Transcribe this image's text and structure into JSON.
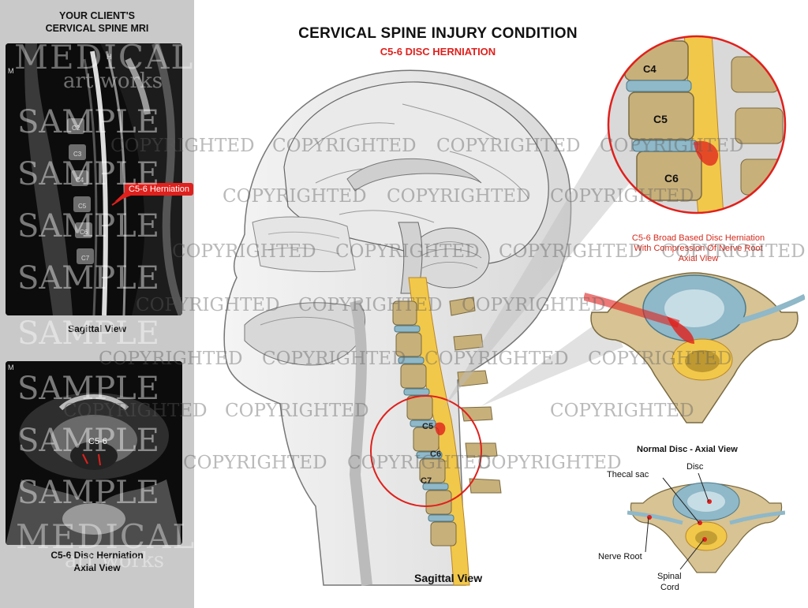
{
  "left_panel": {
    "title_line1": "YOUR CLIENT'S",
    "title_line2": "CERVICAL SPINE MRI",
    "sagittal_caption": "Sagittal View",
    "mri_sagittal_labels": [
      "C2",
      "C3",
      "C4",
      "C5",
      "C6",
      "C7"
    ],
    "mri_corner_labels": [
      "M",
      "H",
      "M"
    ],
    "herniation_callout": "C5-6 Herniation",
    "axial_label": "C5-6",
    "axial_caption_line1": "C5-6 Disc Herniation",
    "axial_caption_line2": "Axial View"
  },
  "header": {
    "title": "CERVICAL SPINE INJURY CONDITION",
    "subtitle": "C5-6 DISC HERNIATION"
  },
  "main": {
    "sagittal_caption": "Sagittal View",
    "spine_labels": [
      "C5",
      "C6",
      "C7"
    ]
  },
  "zoom": {
    "labels": [
      "C4",
      "C5",
      "C6"
    ]
  },
  "axial_injured": {
    "title_line1": "C5-6 Broad Based Disc Herniation",
    "title_line2": "With Compression Of Nerve Root",
    "title_line3": "Axial View"
  },
  "normal_axial": {
    "title": "Normal Disc - Axial View",
    "disc_label": "Disc",
    "thecal_label": "Thecal sac",
    "nerve_label": "Nerve Root",
    "cord_label_line1": "Spinal",
    "cord_label_line2": "Cord"
  },
  "watermarks": {
    "sample": "SAMPLE",
    "copyrighted": "COPYRIGHTED",
    "logo_line1": "MEDICAL",
    "logo_line2": "art works"
  },
  "colors": {
    "accent_red": "#e0201c",
    "bone": "#c8b07a",
    "disc_blue": "#8fb8c8",
    "cord_yellow": "#f2c84a",
    "panel_gray": "#c9c9c9"
  }
}
